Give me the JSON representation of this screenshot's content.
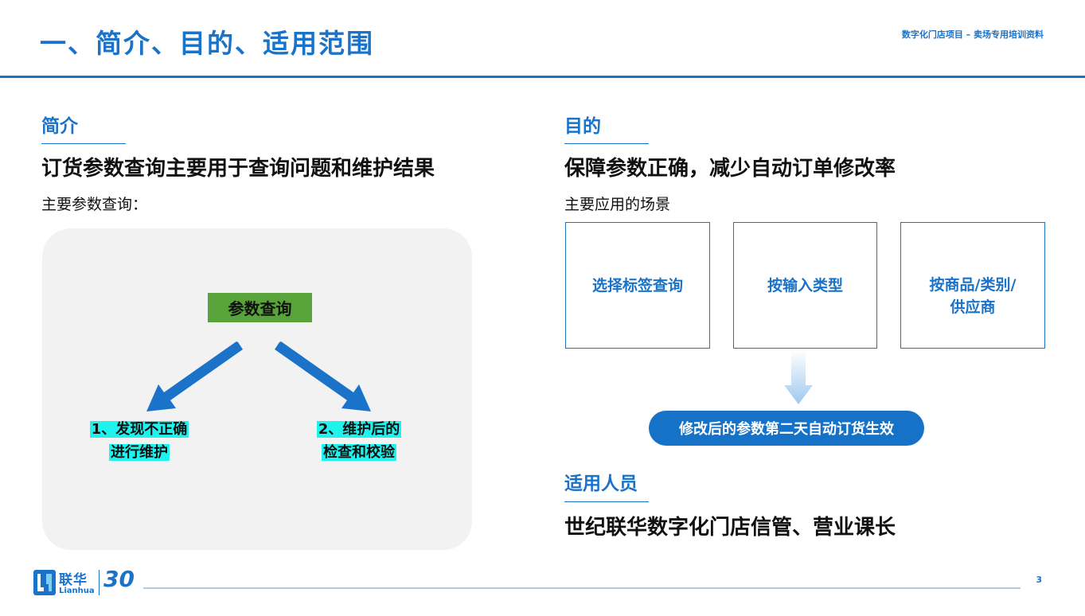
{
  "header": {
    "title": "一、简介、目的、适用范围",
    "note": "数字化门店项目 – 卖场专用培训资料"
  },
  "intro": {
    "heading": "简介",
    "summary": "订货参数查询主要用于查询问题和维护结果",
    "subheading": "主要参数查询：",
    "diagram": {
      "center": "参数查询",
      "left_line1": "1、发现不正确",
      "left_line2": "进行维护",
      "right_line1": "2、维护后的",
      "right_line2": "检查和校验"
    }
  },
  "purpose": {
    "heading": "目的",
    "summary": "保障参数正确，减少自动订单修改率",
    "subheading": "主要应用的场景",
    "scenes": [
      {
        "line1": "选择标签查询",
        "line2": ""
      },
      {
        "line1": "按输入类型",
        "line2": ""
      },
      {
        "line1": "按商品/类别/",
        "line2": "供应商"
      }
    ],
    "result": "修改后的参数第二天自动订货生效"
  },
  "audience": {
    "heading": "适用人员",
    "summary": "世纪联华数字化门店信管、营业课长"
  },
  "footer": {
    "logo_cn": "联华",
    "logo_en": "Lianhua",
    "anniversary": "30",
    "page_number": "3"
  },
  "colors": {
    "brand_blue": "#1a73c8",
    "green": "#58a33a",
    "highlight": "#20f3ee",
    "pill_blue": "#1572c7"
  }
}
